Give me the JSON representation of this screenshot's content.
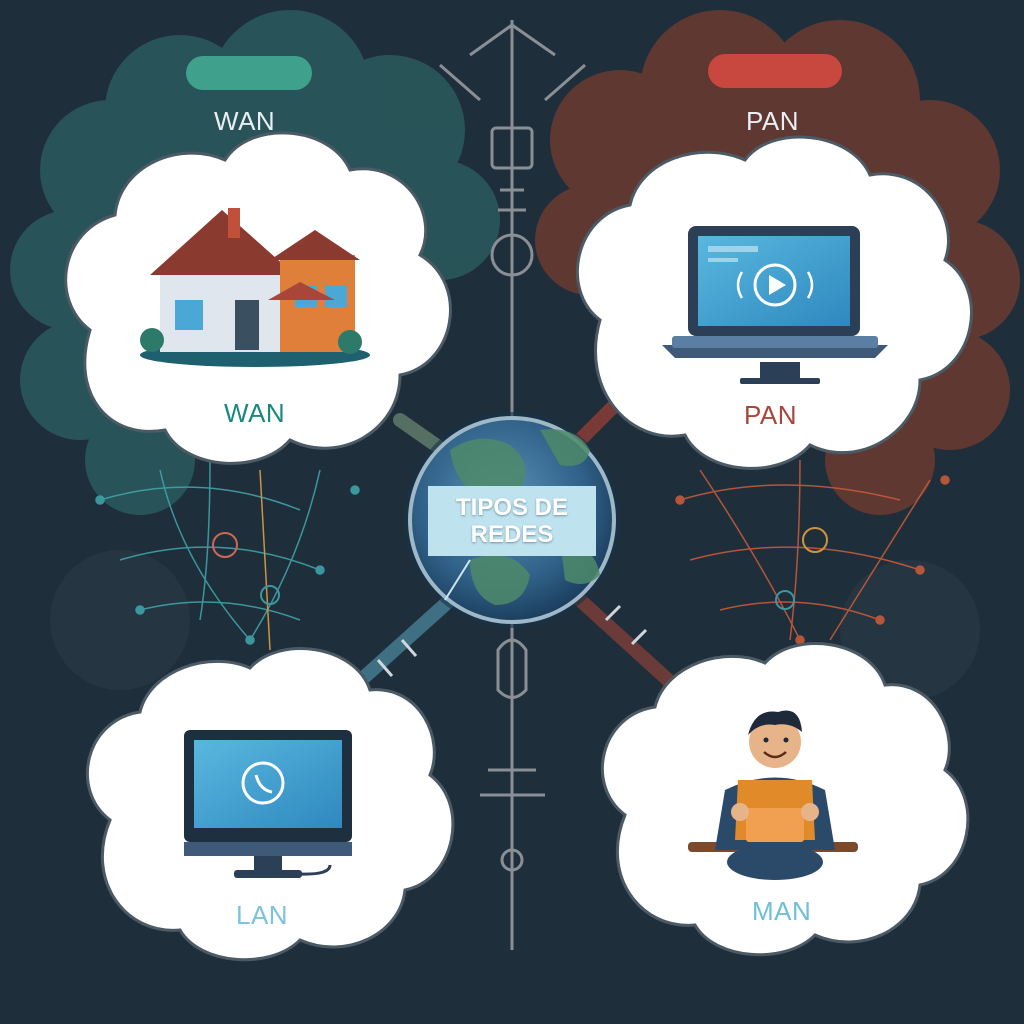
{
  "title": {
    "line1": "TIPOS DE",
    "line2": "REDES"
  },
  "networks": {
    "wan": {
      "header": "WAN",
      "label": "WAN",
      "pill_color": "#3fa08c",
      "accent": "#17897f"
    },
    "pan": {
      "header": "PAN",
      "label": "PAN",
      "pill_color": "#c8473e",
      "accent": "#a8463a"
    },
    "lan": {
      "label": "LAN",
      "accent": "#7cc3dd"
    },
    "man": {
      "label": "MAN",
      "accent": "#6fc0d6"
    }
  },
  "icons": {
    "wan": "house-icon",
    "pan": "laptop-icon",
    "lan": "monitor-icon",
    "man": "person-tablet-icon",
    "center": "globe-icon"
  },
  "colors": {
    "background": "#1f2e3b",
    "teal_cloud": "#2a5a5e",
    "rust_cloud": "#6a3a30",
    "cloud_fill": "#ffffff"
  }
}
